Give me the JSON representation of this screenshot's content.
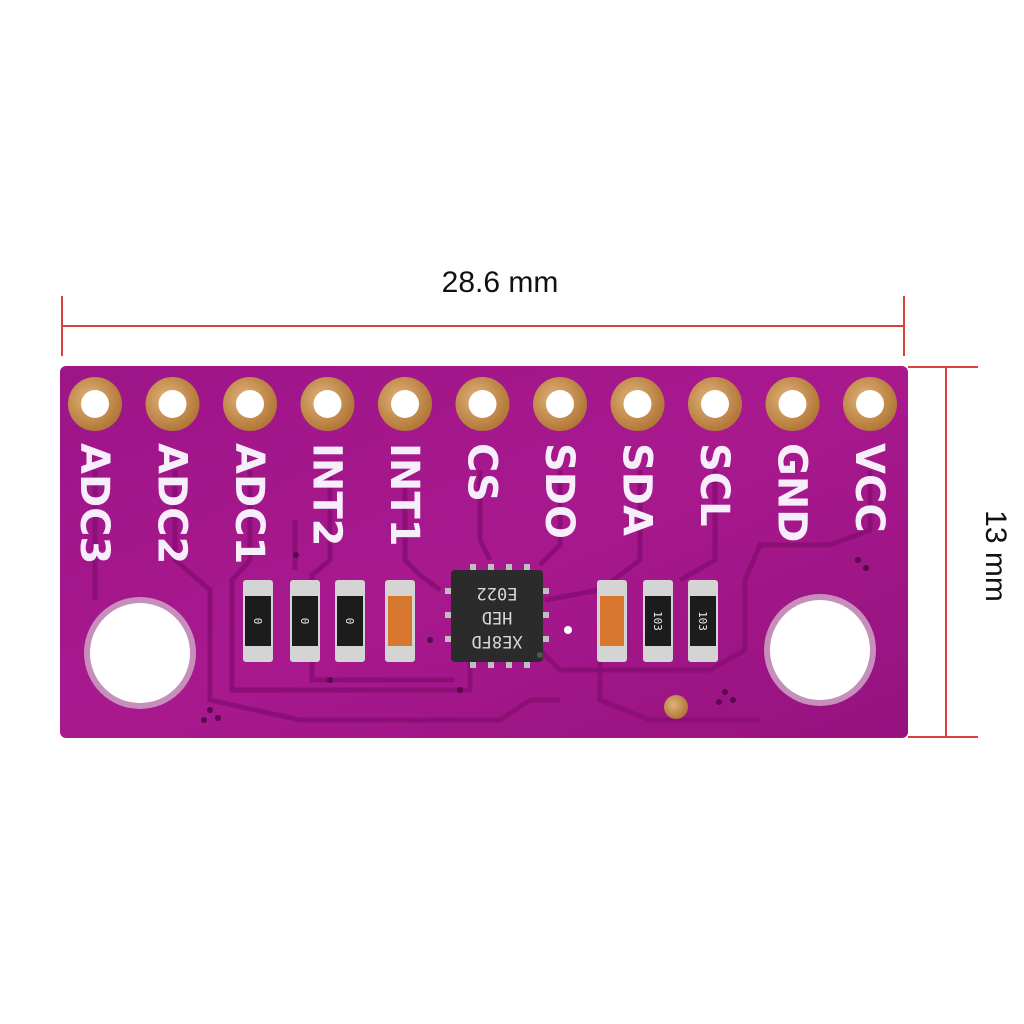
{
  "dimensions": {
    "width_label": "28.6 mm",
    "height_label": "13 mm",
    "line_color": "#d9403f"
  },
  "board": {
    "color": "#a3178a",
    "pin_labels": [
      "ADC3",
      "ADC2",
      "ADC1",
      "INT2",
      "INT1",
      "CS",
      "SDO",
      "SDA",
      "SCL",
      "GND",
      "VCC"
    ],
    "chip_marking": [
      "XE8FD",
      "HED",
      "E022"
    ],
    "resistors_left": [
      "0",
      "0",
      "0"
    ],
    "resistors_right": [
      "103",
      "103"
    ]
  }
}
